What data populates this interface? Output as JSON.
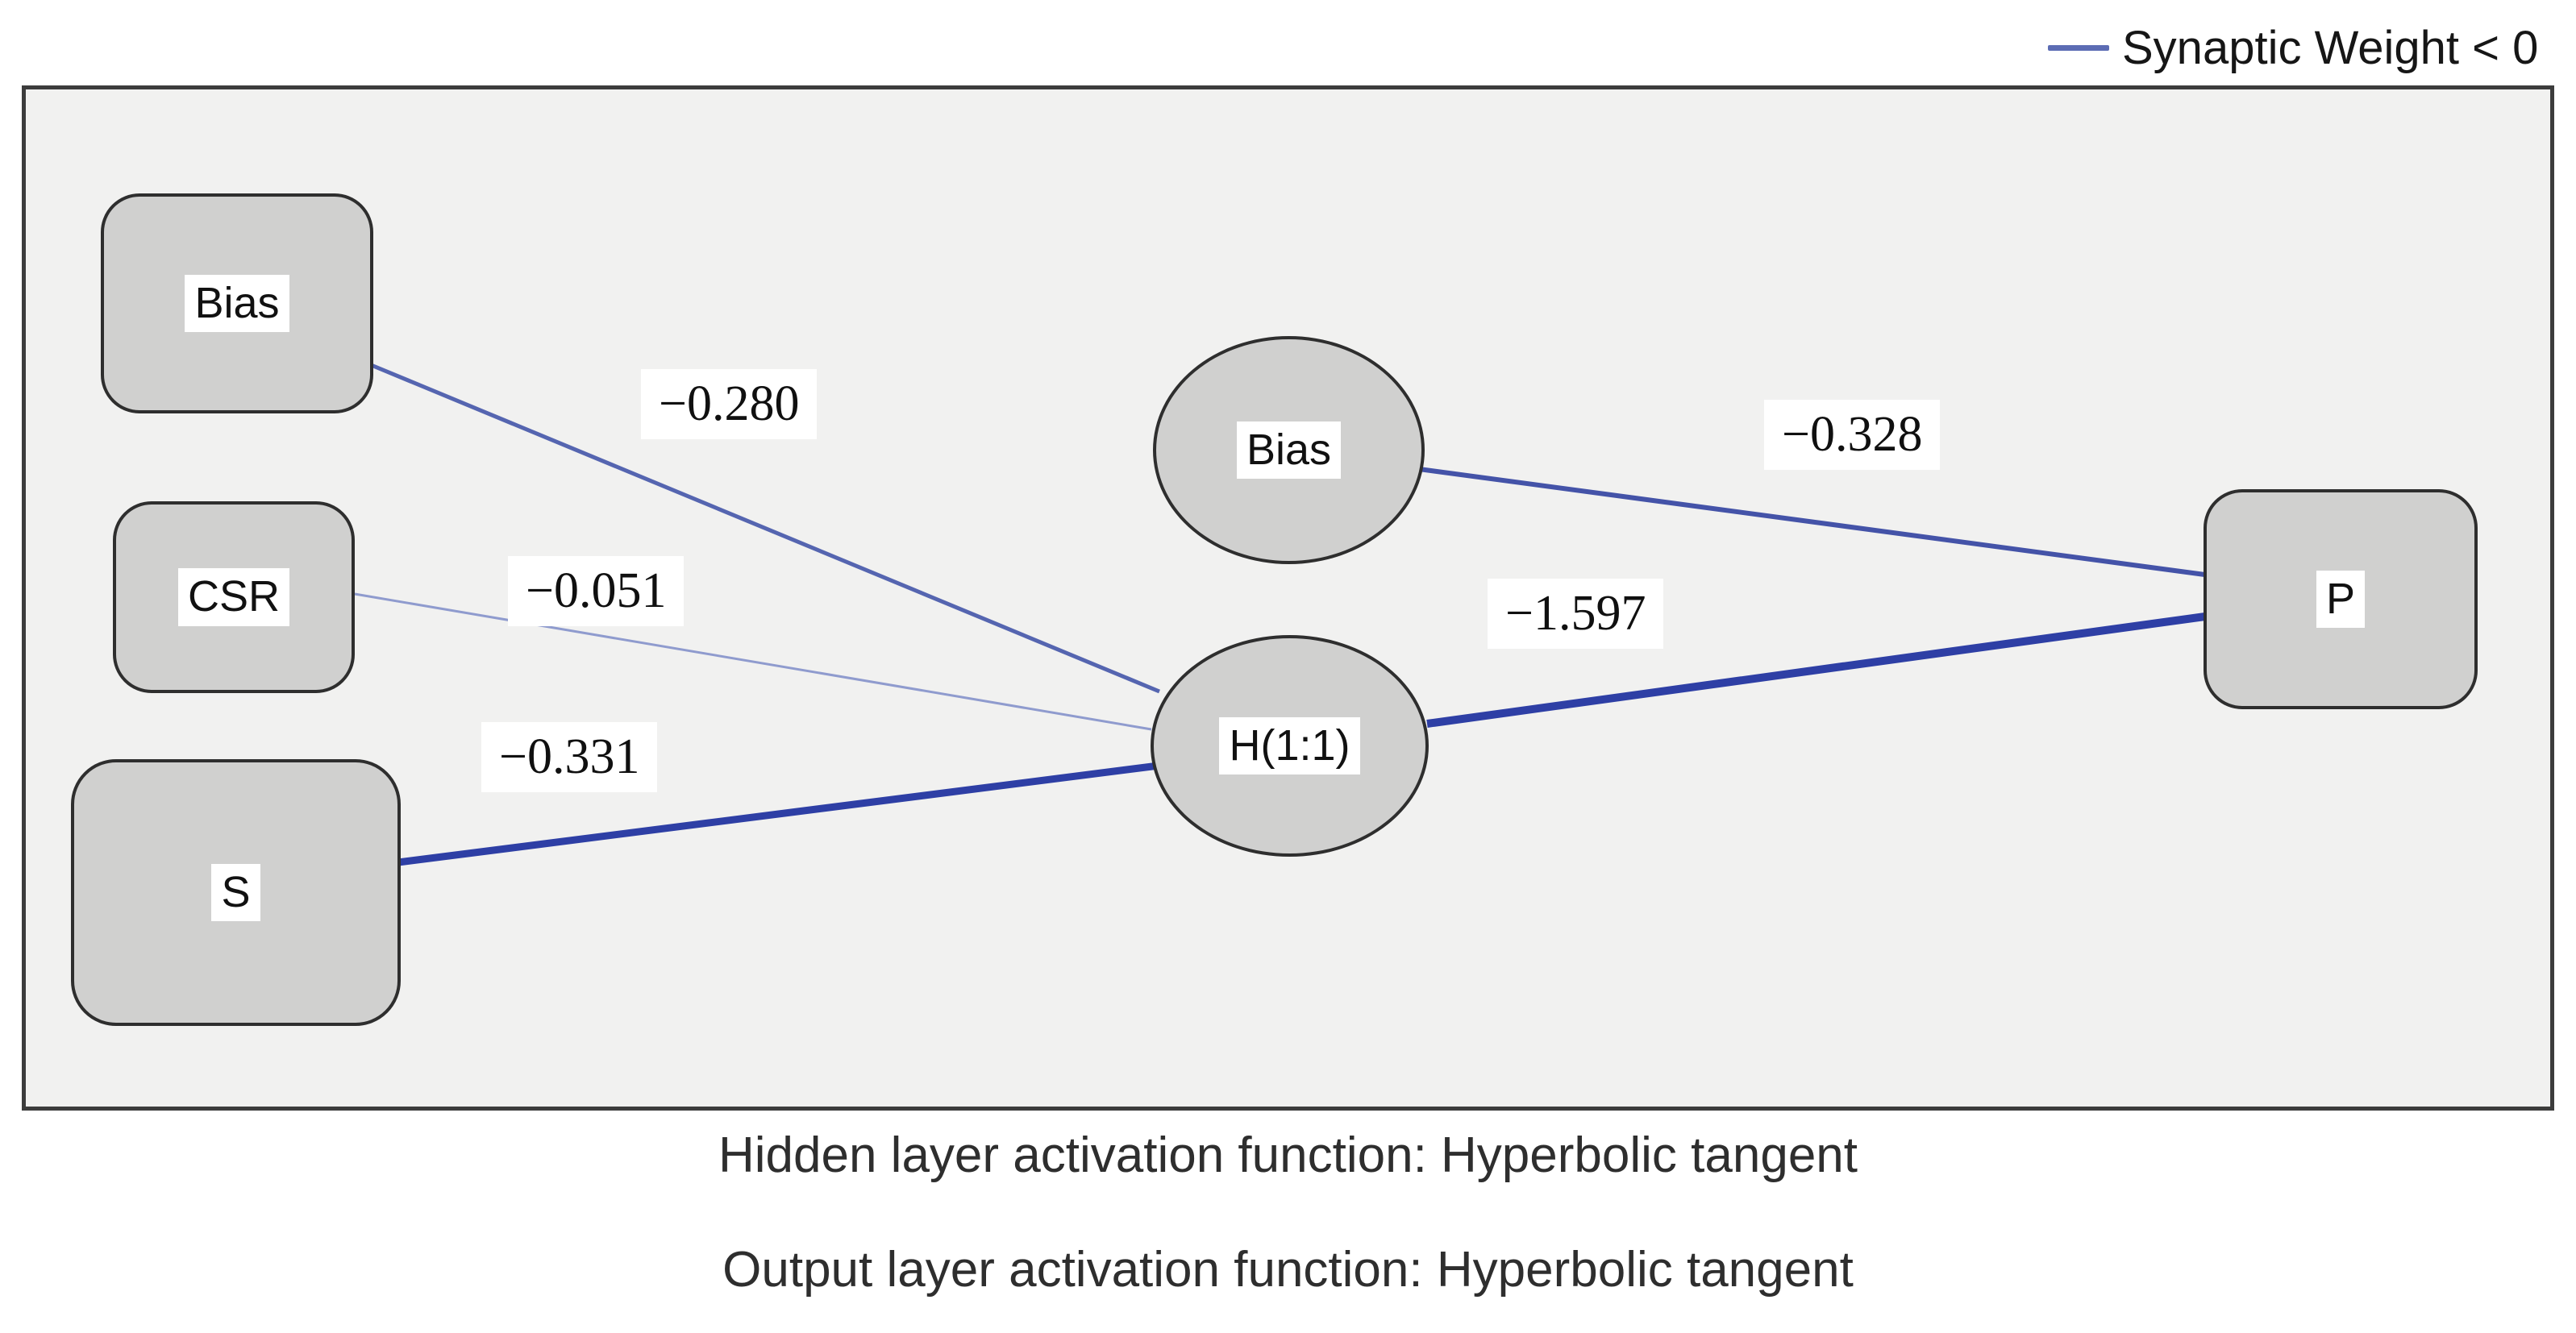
{
  "legend": {
    "label": "Synaptic Weight < 0",
    "line_color": "#5c6cb4"
  },
  "diagram": {
    "nodes": {
      "input_bias": {
        "label": "Bias",
        "layer": "input",
        "shape": "rounded-rect"
      },
      "input_csr": {
        "label": "CSR",
        "layer": "input",
        "shape": "rounded-rect"
      },
      "input_s": {
        "label": "S",
        "layer": "input",
        "shape": "rounded-rect"
      },
      "hidden_bias": {
        "label": "Bias",
        "layer": "hidden",
        "shape": "ellipse"
      },
      "hidden_h11": {
        "label": "H(1:1)",
        "layer": "hidden",
        "shape": "ellipse"
      },
      "output_p": {
        "label": "P",
        "layer": "output",
        "shape": "rounded-rect"
      }
    },
    "edges": [
      {
        "from": "Bias",
        "to": "H(1:1)",
        "weight": "−0.280"
      },
      {
        "from": "CSR",
        "to": "H(1:1)",
        "weight": "−0.051"
      },
      {
        "from": "S",
        "to": "H(1:1)",
        "weight": "−0.331"
      },
      {
        "from": "H(1:1)",
        "to": "P",
        "weight": "−1.597"
      },
      {
        "from": "Bias",
        "to": "P",
        "weight": "−0.328"
      }
    ],
    "colors": {
      "negative_weight_strong": "#2e3fa5",
      "negative_weight_medium": "#5565b0",
      "negative_weight_weak": "#8f9bce",
      "node_fill": "#d0d0cf",
      "frame_fill": "#f1f1f0"
    }
  },
  "footnotes": [
    {
      "text": "Hidden layer activation function: Hyperbolic tangent"
    },
    {
      "text": "Output layer activation function: Hyperbolic tangent"
    }
  ]
}
